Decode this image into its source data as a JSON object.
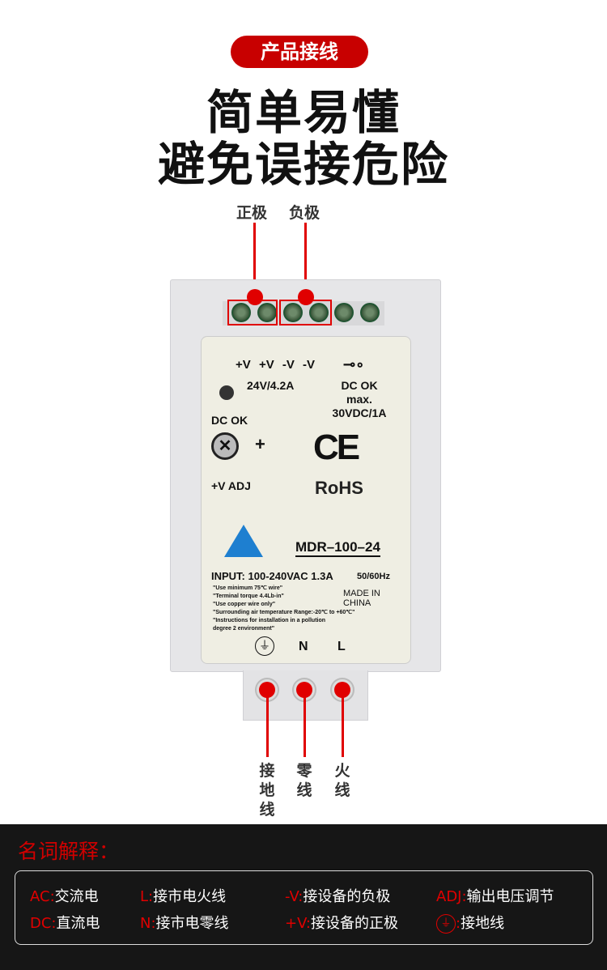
{
  "badge": "产品接线",
  "title": [
    "简单易懂",
    "避免误接危险"
  ],
  "top_labels": {
    "positive": "正极",
    "negative": "负极"
  },
  "panel": {
    "terminals": [
      "+V",
      "+V",
      "-V",
      "-V"
    ],
    "output": "24V/4.2A",
    "dc_ok": "DC OK",
    "relay": [
      "DC OK",
      "max.",
      "30VDC/1A"
    ],
    "dc_ok_left": "DC OK",
    "plus": "+",
    "adj": "+V ADJ",
    "ce": "CE",
    "rohs": "RoHS",
    "model": "MDR–100–24",
    "input": "INPUT: 100-240VAC  1.3A",
    "freq": "50/60Hz",
    "made": "MADE IN CHINA",
    "notes": [
      "\"Use minimum 75℃ wire\"",
      "\"Terminal torque 4.4Lb-in\"",
      "\"Use copper wire only\"",
      "\"Surrounding air temperature Range:-20℃ to +60℃\"",
      "\"Instructions for installation in a pollution",
      "degree 2 environment\""
    ],
    "n": "N",
    "l": "L"
  },
  "bottom_labels": {
    "ground": "接地线",
    "neutral": "零线",
    "live": "火线"
  },
  "glossary": {
    "heading": "名词解释：",
    "items": [
      {
        "key": "AC:",
        "val": "交流电"
      },
      {
        "key": "DC:",
        "val": "直流电"
      },
      {
        "key": "L:",
        "val": "接市电火线"
      },
      {
        "key": "N:",
        "val": "接市电零线"
      },
      {
        "key": "-V:",
        "val": "接设备的负极"
      },
      {
        "key": "+V:",
        "val": "接设备的正极"
      },
      {
        "key": "ADJ:",
        "val": "输出电压调节"
      },
      {
        "key": ":",
        "val": "接地线"
      }
    ]
  },
  "colors": {
    "accent": "#e00000",
    "dark": "#161616"
  }
}
